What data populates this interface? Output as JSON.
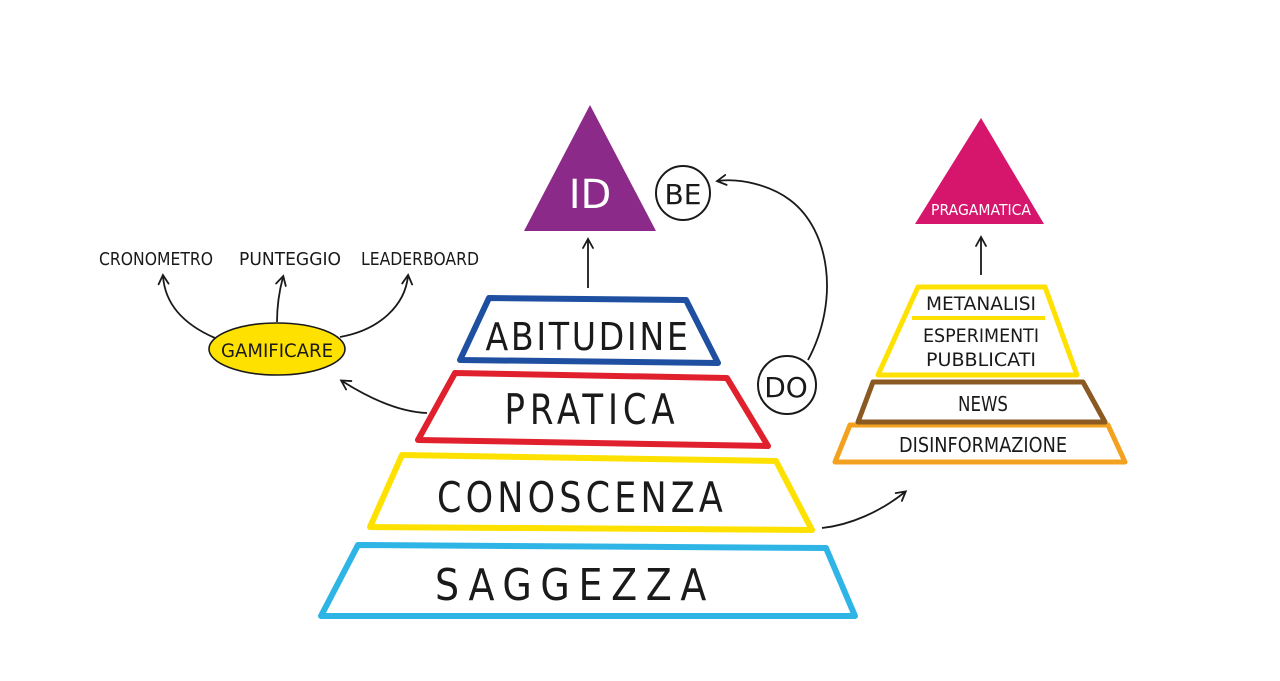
{
  "colors": {
    "blue": "#1e4fa0",
    "red": "#e0202c",
    "yellow": "#ffe100",
    "cyan": "#2fb4e6",
    "purple": "#8c2a8a",
    "magenta": "#d5166c",
    "brown": "#8a5a22",
    "orange": "#f3a21f",
    "ink": "#1a1a1a"
  },
  "main_pyramid": {
    "levels": [
      {
        "label": "ABITUDINE",
        "color": "blue"
      },
      {
        "label": "PRATICA",
        "color": "red"
      },
      {
        "label": "CONOSCENZA",
        "color": "yellow"
      },
      {
        "label": "SAGGEZZA",
        "color": "cyan"
      }
    ],
    "apex": {
      "label": "ID",
      "color": "purple"
    }
  },
  "circles": {
    "be": "BE",
    "do": "DO"
  },
  "gamification": {
    "center": "GAMIFICARE",
    "items": [
      "CRONOMETRO",
      "PUNTEGGIO",
      "LEADERBOARD"
    ]
  },
  "right_pyramid": {
    "apex": {
      "label": "PRAGAMATICA",
      "color": "magenta"
    },
    "top_block": {
      "line1": "METANALISI",
      "line2": "ESPERIMENTI",
      "line3": "PUBBLICATI",
      "color": "yellow"
    },
    "levels": [
      {
        "label": "NEWS",
        "color": "brown"
      },
      {
        "label": "DISINFORMAZIONE",
        "color": "orange"
      }
    ]
  }
}
